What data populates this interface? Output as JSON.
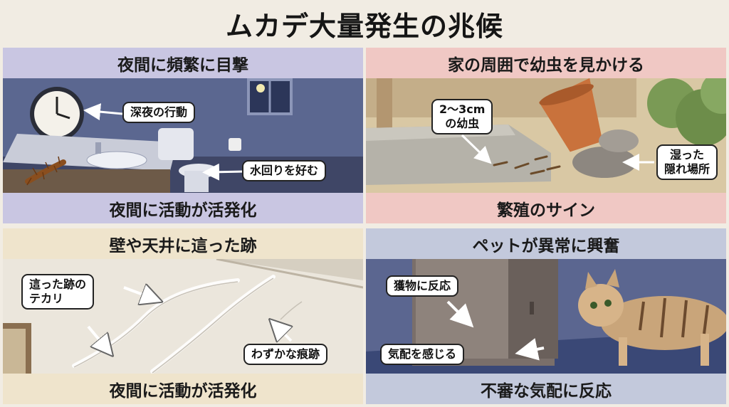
{
  "title": "ムカデ大量発生の兆候",
  "panels": [
    {
      "header": "夜間に頻繁に目撃",
      "footer": "夜間に活動が活発化",
      "labels": [
        "深夜の行動",
        "水回りを好む"
      ]
    },
    {
      "header": "家の周囲で幼虫を見かける",
      "footer": "繁殖のサイン",
      "labels": [
        "2〜3cm\nの幼虫",
        "湿った\n隠れ場所"
      ]
    },
    {
      "header": "壁や天井に這った跡",
      "footer": "夜間に活動が活発化",
      "labels": [
        "這った跡の\nテカリ",
        "わずかな痕跡"
      ]
    },
    {
      "header": "ペットが異常に興奮",
      "footer": "不審な気配に反応",
      "labels": [
        "獲物に反応",
        "気配を感じる"
      ]
    }
  ],
  "colors": {
    "panel1_band": "#c9c6e2",
    "panel2_band": "#f0c8c4",
    "panel3_band": "#efe4cc",
    "panel4_band": "#c3c9dc"
  }
}
